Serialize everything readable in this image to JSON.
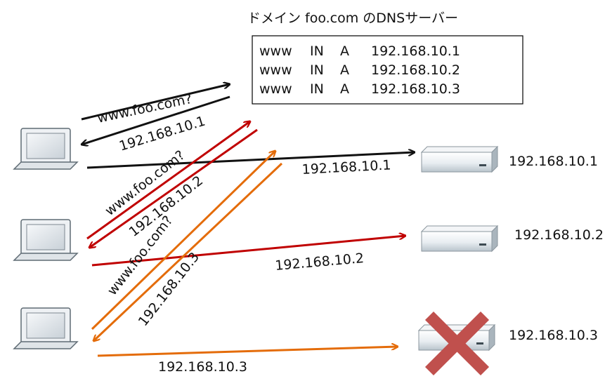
{
  "dns_server": {
    "title": "ドメイン foo.com のDNSサーバー",
    "records": [
      {
        "name": "www",
        "class": "IN",
        "type": "A",
        "address": "192.168.10.1"
      },
      {
        "name": "www",
        "class": "IN",
        "type": "A",
        "address": "192.168.10.2"
      },
      {
        "name": "www",
        "class": "IN",
        "type": "A",
        "address": "192.168.10.3"
      }
    ]
  },
  "servers": [
    {
      "ip": "192.168.10.1",
      "status": "up"
    },
    {
      "ip": "192.168.10.2",
      "status": "up"
    },
    {
      "ip": "192.168.10.3",
      "status": "down"
    }
  ],
  "flows": [
    {
      "client": 1,
      "color": "#111111",
      "query_label": "www.foo.com?",
      "answer_label": "192.168.10.1",
      "connect_label": "192.168.10.1"
    },
    {
      "client": 2,
      "color": "#c00000",
      "query_label": "www.foo.com?",
      "answer_label": "192.168.10.2",
      "connect_label": "192.168.10.2"
    },
    {
      "client": 3,
      "color": "#e46c0a",
      "query_label": "www.foo.com?",
      "answer_label": "192.168.10.3",
      "connect_label": "192.168.10.3"
    }
  ],
  "colors": {
    "failure_cross": "#c0504d"
  }
}
